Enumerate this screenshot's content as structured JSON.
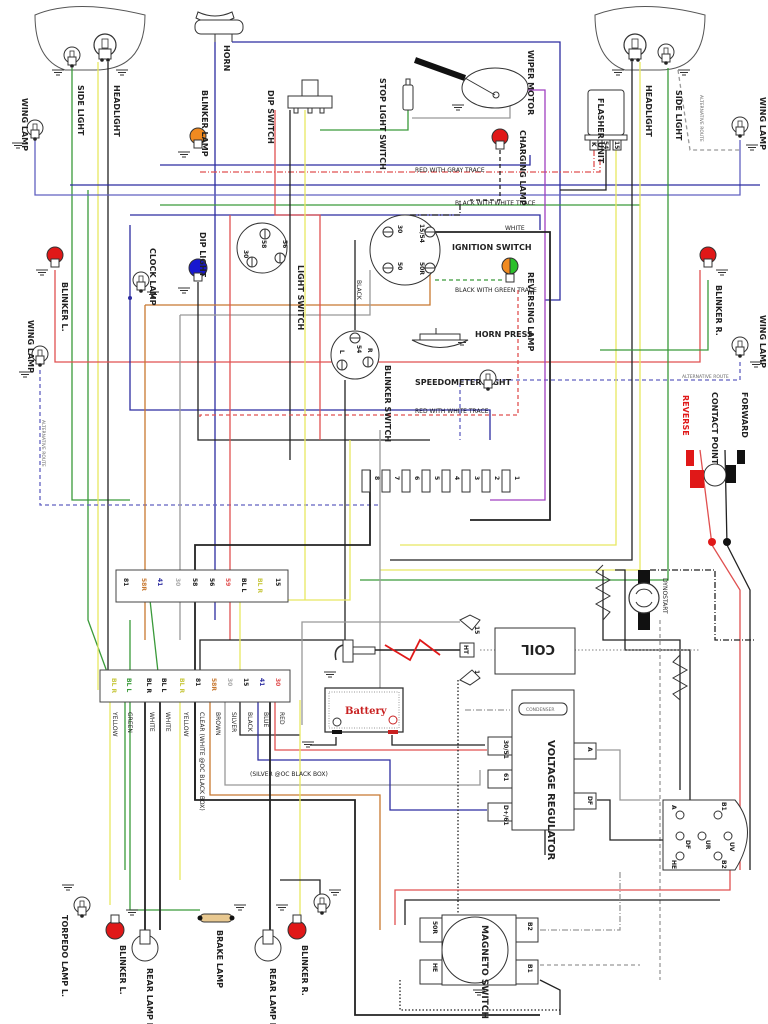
{
  "diagram": {
    "top": {
      "wing_lamp_left": "WING LAMP",
      "side_light_left": "SIDE LIGHT",
      "headlight_left": "HEADLIGHT",
      "horn": "HORN",
      "blinker_lamp": "BLINKER LAMP",
      "dip_switch": "DIP SWITCH",
      "stop_light_switch": "STOP LIGHT SWITCH",
      "wiper_motor": "WIPER MOTOR",
      "charging_lamp": "CHARGING LAMP",
      "flasher_unit": "FLASHER UNIT",
      "flasher_terminals": [
        "K",
        "54",
        "15"
      ],
      "headlight_right": "HEADLIGHT",
      "side_light_right": "SIDE LIGHT",
      "alternative_route_top": "ALTERNATIVE ROUTE",
      "wing_lamp_right": "WING LAMP",
      "red_gray_trace": "RED WITH GRAY TRACE"
    },
    "middle": {
      "blinker_l": "BLINKER L.",
      "wing_lamp_left_mid": "WING LAMP",
      "clock_lamp": "CLOCK LAMP",
      "dip_light": "DIP LIGHT",
      "light_switch": "LIGHT SWITCH",
      "light_switch_terminals": [
        "56",
        "58",
        "30"
      ],
      "ignition_switch": "IGNITION SWITCH",
      "ignition_terminals": [
        "15/54",
        "30",
        "50R",
        "50"
      ],
      "black_white_trace": "BLACK WITH WHITE TRACE",
      "white": "WHITE",
      "black": "BLACK",
      "black_green_trace": "BLACK WITH GREEN TRACE",
      "reversing_lamp": "REVERSING LAMP",
      "horn_press": "HORN PRESS",
      "blinker_switch": "BLINKER SWITCH",
      "blinker_switch_terminals": [
        "54",
        "L",
        "R"
      ],
      "speedometer_light": "SPEEDOMETER LIGHT",
      "red_white_trace": "RED WITH WHITE TRACE",
      "alternative_route_left": "ALTERNATIVE ROUTE",
      "alternative_route_right": "ALTERNATIVE ROUTE",
      "blinker_r": "BLINKER R.",
      "wing_lamp_right_mid": "WING LAMP",
      "reverse": "REVERSE",
      "contact_points": "CONTACT POINTS",
      "forward": "FORWARD",
      "fuses": [
        "8",
        "7",
        "6",
        "5",
        "4",
        "3",
        "2",
        "1"
      ]
    },
    "upper_terminal_block": {
      "terminals": [
        "81",
        "58R",
        "41",
        "30",
        "58",
        "56",
        "59",
        "BL L",
        "BL R",
        "15"
      ]
    },
    "lower_terminal_block": {
      "terminals": [
        "BL R",
        "BL L",
        "81",
        "58R",
        "30",
        "15",
        "41",
        "30"
      ],
      "extra_terminals": [
        "BL L",
        "BL R"
      ],
      "wire_colors": [
        "YELLOW",
        "GREEN",
        "WHITE",
        "WHITE",
        "YELLOW",
        "CLEAR (WHITE @OC BLACK BOX)",
        "BROWN",
        "SILVER",
        "BLACK",
        "BLUE",
        "RED"
      ],
      "silver_note": "(SILVER @OC BLACK BOX)"
    },
    "charging": {
      "coil": "COIL",
      "coil_terminals": [
        "15",
        "HT",
        "1"
      ],
      "battery": "Battery",
      "battery_minus": "−",
      "battery_plus": "+",
      "condenser": "CONDENSER",
      "voltage_regulator": "VOLTAGE REGULATOR",
      "regulator_terminals": [
        "30/51",
        "61",
        "D+/61"
      ],
      "regulator_right_terminals": [
        "A",
        "DF"
      ],
      "dynostart": "DYNOSTART",
      "relay_terminals": [
        "A",
        "B1",
        "DF",
        "UR",
        "UV",
        "HE",
        "B2"
      ],
      "magneto_switch": "MAGNETO SWITCH",
      "magneto_terminals": [
        "50R",
        "HE",
        "B2",
        "B1"
      ]
    },
    "rear": {
      "torpedo_lamp_l": "TORPEDO LAMP L.",
      "blinker_l": "BLINKER L.",
      "rear_lamp_l": "REAR LAMP L.",
      "brake_lamp": "BRAKE LAMP",
      "rear_lamp_r": "REAR LAMP R.",
      "blinker_r": "BLINKER R."
    },
    "colors": {
      "red": "#e05050",
      "blue": "#2c2ca0",
      "green": "#3a9a3a",
      "yellow": "#e8e860",
      "orange": "#c87830",
      "purple": "#a040c0",
      "blinker_amber": "#f08a20",
      "blinker_red": "#e01818",
      "dip_blue": "#1818d0"
    }
  }
}
